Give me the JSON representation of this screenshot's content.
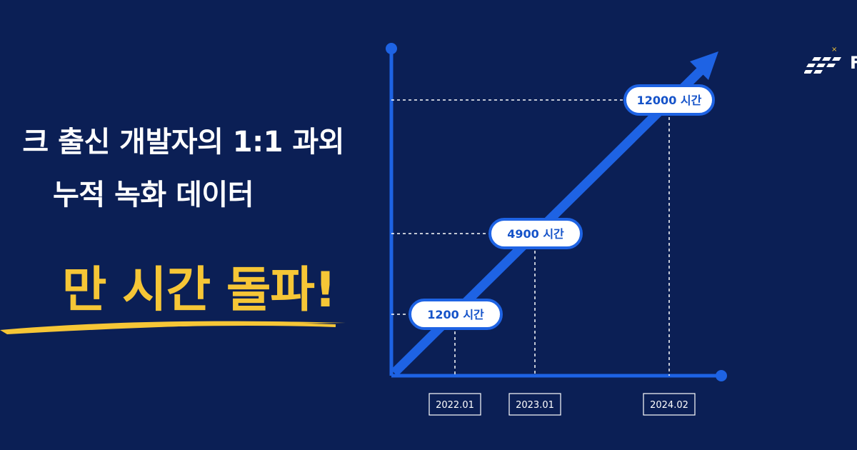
{
  "headline": {
    "line1": "크 출신 개발자의 1:1 과외",
    "line2": "누적 녹화 데이터",
    "line3": "만 시간 돌파!"
  },
  "brand": {
    "text": "F"
  },
  "colors": {
    "background": "#0b1f55",
    "accent_blue": "#1e63e4",
    "highlight_yellow": "#f6c636",
    "label_text": "#1553c9"
  },
  "chart_data": {
    "type": "line",
    "x": [
      "2022.01",
      "2023.01",
      "2024.02"
    ],
    "series": [
      {
        "values": [
          1200,
          4900,
          12000
        ]
      }
    ],
    "point_labels": [
      "1200 시간",
      "4900 시간",
      "12000 시간"
    ],
    "grid": false
  }
}
